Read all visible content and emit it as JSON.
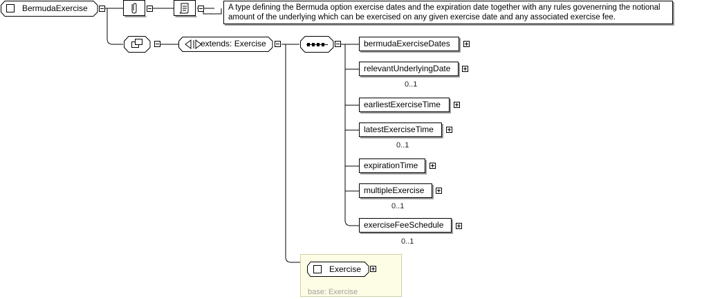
{
  "complex_type": {
    "name": "BermudaExercise",
    "documentation": "A type defining the Bermuda option exercise dates and the expiration date together with any rules govenerning the notional amount of the underlying which can be exercised on any given exercise date and any associated exercise fee."
  },
  "extension": {
    "label": "extends: Exercise"
  },
  "sequence_children": [
    {
      "name": "bermudaExerciseDates",
      "cardinality": ""
    },
    {
      "name": "relevantUnderlyingDate",
      "cardinality": "0..1"
    },
    {
      "name": "earliestExerciseTime",
      "cardinality": ""
    },
    {
      "name": "latestExerciseTime",
      "cardinality": "0..1"
    },
    {
      "name": "expirationTime",
      "cardinality": ""
    },
    {
      "name": "multipleExercise",
      "cardinality": "0..1"
    },
    {
      "name": "exerciseFeeSchedule",
      "cardinality": "0..1"
    }
  ],
  "base_type": {
    "name": "Exercise",
    "caption": "base: Exercise"
  },
  "colors": {
    "base_fill": "#fdfde5",
    "base_border": "#cfcfa8",
    "caption": "#a0a0a0"
  }
}
